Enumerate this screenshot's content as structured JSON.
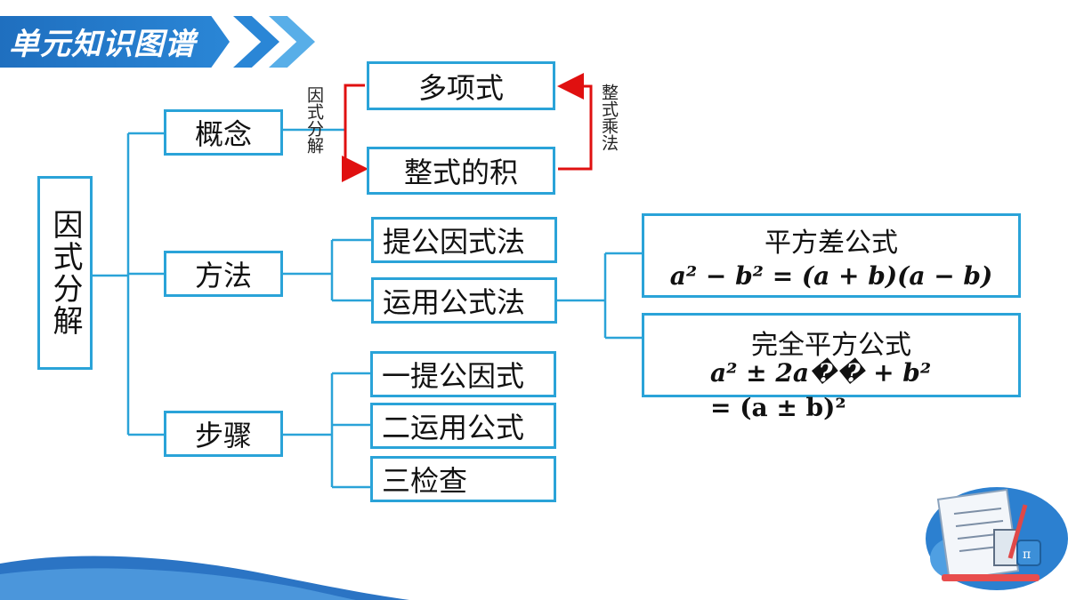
{
  "header": {
    "title": "单元知识图谱"
  },
  "diagram": {
    "root": "因式分解",
    "branches": {
      "concept": "概念",
      "method": "方法",
      "steps": "步骤"
    },
    "concept_nodes": {
      "polynomial": "多项式",
      "product": "整式的积"
    },
    "arrow_labels": {
      "factorization": "因式分解",
      "multiplication": "整式乘法"
    },
    "method_nodes": {
      "common_factor": "提公因式法",
      "formula": "运用公式法"
    },
    "formula_nodes": {
      "difference_of_squares": {
        "title": "平方差公式",
        "expr": "a² − b² = (a + b)(a − b)"
      },
      "perfect_square": {
        "title": "完全平方公式",
        "expr_line1": "a² ± 2a�� + b²",
        "expr_line2": "= (a ± b)²"
      }
    },
    "step_nodes": {
      "step1": "一提公因式",
      "step2": "二运用公式",
      "step3": "三检查"
    }
  },
  "colors": {
    "line": "#2aa3d8",
    "arrow": "#e01010",
    "banner": "#1f6fbf",
    "wave": "#2b74c4"
  }
}
